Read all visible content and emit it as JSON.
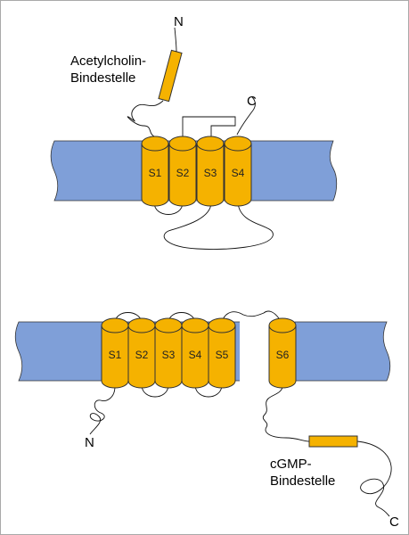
{
  "colors": {
    "membrane": "#7f9fd8",
    "helix": "#f5b200",
    "outline": "#333333",
    "loop": "#111111"
  },
  "top": {
    "n_label": "N",
    "c_label": "C",
    "binding_site_line1": "Acetylcholin-",
    "binding_site_line2": "Bindestelle",
    "segments": [
      "S1",
      "S2",
      "S3",
      "S4"
    ]
  },
  "bottom": {
    "n_label": "N",
    "c_label": "C",
    "binding_site_line1": "cGMP-",
    "binding_site_line2": "Bindestelle",
    "segments": [
      "S1",
      "S2",
      "S3",
      "S4",
      "S5",
      "S6"
    ]
  }
}
